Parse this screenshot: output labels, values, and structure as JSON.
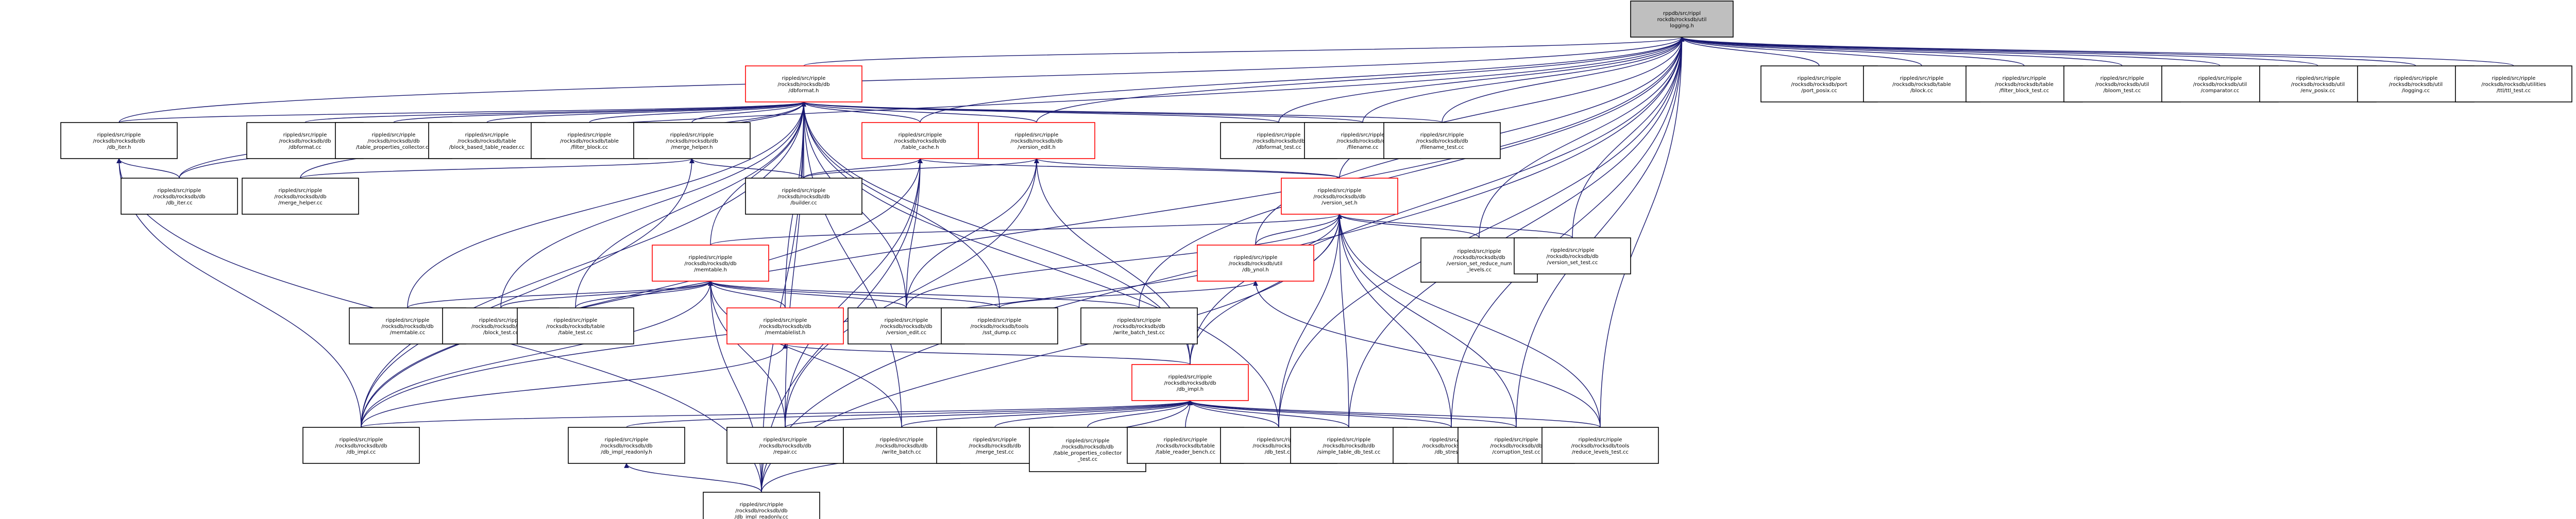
{
  "nodes": [
    {
      "id": "logging_h",
      "lines": [
        "rppdb/src/rippl",
        "rockdb/rocksdb/util",
        "logging.h"
      ],
      "kind": "root"
    },
    {
      "id": "dbformat_h",
      "lines": [
        "rippled/src/ripple",
        "/rocksdb/rocksdb/db",
        "/dbformat.h"
      ],
      "kind": "red"
    },
    {
      "id": "port_posix",
      "lines": [
        "rippled/src/ripple",
        "/rocksdb/rocksdb/port",
        "/port_posix.cc"
      ],
      "kind": "plain"
    },
    {
      "id": "block_cc",
      "lines": [
        "rippled/src/ripple",
        "/rocksdb/rocksdb/table",
        "/block.cc"
      ],
      "kind": "plain"
    },
    {
      "id": "filter_block_test",
      "lines": [
        "rippled/src/ripple",
        "/rocksdb/rocksdb/table",
        "/filter_block_test.cc"
      ],
      "kind": "plain"
    },
    {
      "id": "bloom_test",
      "lines": [
        "rippled/src/ripple",
        "/rocksdb/rocksdb/util",
        "/bloom_test.cc"
      ],
      "kind": "plain"
    },
    {
      "id": "comparator",
      "lines": [
        "rippled/src/ripple",
        "/rocksdb/rocksdb/util",
        "/comparator.cc"
      ],
      "kind": "plain"
    },
    {
      "id": "env_posix",
      "lines": [
        "rippled/src/ripple",
        "/rocksdb/rocksdb/util",
        "/env_posix.cc"
      ],
      "kind": "plain"
    },
    {
      "id": "logging_cc",
      "lines": [
        "rippled/src/ripple",
        "/rocksdb/rocksdb/util",
        "/logging.cc"
      ],
      "kind": "plain"
    },
    {
      "id": "ttl_test",
      "lines": [
        "rippled/src/ripple",
        "/rocksdb/rocksdb/utilities",
        "/ttl/ttl_test.cc"
      ],
      "kind": "plain"
    },
    {
      "id": "db_iter_h",
      "lines": [
        "rippled/src/ripple",
        "/rocksdb/rocksdb/db",
        "/db_iter.h"
      ],
      "kind": "plain"
    },
    {
      "id": "dbformat_cc",
      "lines": [
        "rippled/src/ripple",
        "/rocksdb/rocksdb/db",
        "/dbformat.cc"
      ],
      "kind": "plain"
    },
    {
      "id": "table_prop_coll",
      "lines": [
        "rippled/src/ripple",
        "/rocksdb/rocksdb/db",
        "/table_properties_collector.cc"
      ],
      "kind": "plain"
    },
    {
      "id": "block_based_reader",
      "lines": [
        "rippled/src/ripple",
        "/rocksdb/rocksdb/table",
        "/block_based_table_reader.cc"
      ],
      "kind": "plain"
    },
    {
      "id": "filter_block_cc",
      "lines": [
        "rippled/src/ripple",
        "/rocksdb/rocksdb/table",
        "/filter_block.cc"
      ],
      "kind": "plain"
    },
    {
      "id": "merge_helper_h",
      "lines": [
        "rippled/src/ripple",
        "/rocksdb/rocksdb/db",
        "/merge_helper.h"
      ],
      "kind": "plain"
    },
    {
      "id": "table_cache_h",
      "lines": [
        "rippled/src/ripple",
        "/rocksdb/rocksdb/db",
        "/table_cache.h"
      ],
      "kind": "red"
    },
    {
      "id": "version_edit_h",
      "lines": [
        "rippled/src/ripple",
        "/rocksdb/rocksdb/db",
        "/version_edit.h"
      ],
      "kind": "red"
    },
    {
      "id": "dbformat_test",
      "lines": [
        "rippled/src/ripple",
        "/rocksdb/rocksdb/db",
        "/dbformat_test.cc"
      ],
      "kind": "plain"
    },
    {
      "id": "filename_cc",
      "lines": [
        "rippled/src/ripple",
        "/rocksdb/rocksdb/db",
        "/filename.cc"
      ],
      "kind": "plain"
    },
    {
      "id": "filename_test",
      "lines": [
        "rippled/src/ripple",
        "/rocksdb/rocksdb/db",
        "/filename_test.cc"
      ],
      "kind": "plain"
    },
    {
      "id": "db_iter_cc",
      "lines": [
        "rippled/src/ripple",
        "/rocksdb/rocksdb/db",
        "/db_iter.cc"
      ],
      "kind": "plain"
    },
    {
      "id": "merge_helper_cc",
      "lines": [
        "rippled/src/ripple",
        "/rocksdb/rocksdb/db",
        "/merge_helper.cc"
      ],
      "kind": "plain"
    },
    {
      "id": "builder_cc",
      "lines": [
        "rippled/src/ripple",
        "/rocksdb/rocksdb/db",
        "/builder.cc"
      ],
      "kind": "plain"
    },
    {
      "id": "version_set_h",
      "lines": [
        "rippled/src/ripple",
        "/rocksdb/rocksdb/db",
        "/version_set.h"
      ],
      "kind": "red"
    },
    {
      "id": "db_impl_cc",
      "lines": [
        "rippled/src/ripple",
        "/rocksdb/rocksdb/db",
        "/db_impl.cc"
      ],
      "kind": "plain"
    },
    {
      "id": "memtable_h",
      "lines": [
        "rippled/src/ripple",
        "/rocksdb/rocksdb/db",
        "/memtable.h"
      ],
      "kind": "red"
    },
    {
      "id": "db_ynol_h",
      "lines": [
        "rippled/src/ripple",
        "/rocksdb/rocksdb/util",
        "/db_ynol.h"
      ],
      "kind": "red"
    },
    {
      "id": "vs_reduce_num",
      "lines": [
        "rippled/src/ripple",
        "/rocksdb/rocksdb/db",
        "/version_set_reduce_num",
        "_levels.cc"
      ],
      "kind": "plain"
    },
    {
      "id": "version_set_test",
      "lines": [
        "rippled/src/ripple",
        "/rocksdb/rocksdb/db",
        "/version_set_test.cc"
      ],
      "kind": "plain"
    },
    {
      "id": "memtable_cc",
      "lines": [
        "rippled/src/ripple",
        "/rocksdb/rocksdb/db",
        "/memtable.cc"
      ],
      "kind": "plain"
    },
    {
      "id": "block_test",
      "lines": [
        "rippled/src/ripple",
        "/rocksdb/rocksdb/table",
        "/block_test.cc"
      ],
      "kind": "plain"
    },
    {
      "id": "table_test",
      "lines": [
        "rippled/src/ripple",
        "/rocksdb/rocksdb/table",
        "/table_test.cc"
      ],
      "kind": "plain"
    },
    {
      "id": "memtablelist_h",
      "lines": [
        "rippled/src/ripple",
        "/rocksdb/rocksdb/db",
        "/memtablelist.h"
      ],
      "kind": "red"
    },
    {
      "id": "version_edit_cc",
      "lines": [
        "rippled/src/ripple",
        "/rocksdb/rocksdb/db",
        "/version_edit.cc"
      ],
      "kind": "plain"
    },
    {
      "id": "sst_dump",
      "lines": [
        "rippled/src/ripple",
        "/rocksdb/rocksdb/tools",
        "/sst_dump.cc"
      ],
      "kind": "plain"
    },
    {
      "id": "write_batch_test",
      "lines": [
        "rippled/src/ripple",
        "/rocksdb/rocksdb/db",
        "/write_batch_test.cc"
      ],
      "kind": "plain"
    },
    {
      "id": "db_impl_h",
      "lines": [
        "rippled/src/ripple",
        "/rocksdb/rocksdb/db",
        "/db_impl.h"
      ],
      "kind": "red"
    },
    {
      "id": "db_impl_cc2",
      "lines": [
        "rippled/src/ripple",
        "/rocksdb/rocksdb/db",
        "/db_impl.cc"
      ],
      "kind": "plain"
    },
    {
      "id": "db_impl_readonly_h",
      "lines": [
        "rippled/src/ripple",
        "/rocksdb/rocksdb/db",
        "/db_impl_readonly.h"
      ],
      "kind": "plain"
    },
    {
      "id": "repair_cc",
      "lines": [
        "rippled/src/ripple",
        "/rocksdb/rocksdb/db",
        "/repair.cc"
      ],
      "kind": "plain"
    },
    {
      "id": "write_batch_cc",
      "lines": [
        "rippled/src/ripple",
        "/rocksdb/rocksdb/db",
        "/write_batch.cc"
      ],
      "kind": "plain"
    },
    {
      "id": "merge_test",
      "lines": [
        "rippled/src/ripple",
        "/rocksdb/rocksdb/db",
        "/merge_test.cc"
      ],
      "kind": "plain"
    },
    {
      "id": "tpc_test",
      "lines": [
        "rippled/src/ripple",
        "/rocksdb/rocksdb/db",
        "/table_properties_collector",
        "_test.cc"
      ],
      "kind": "plain"
    },
    {
      "id": "table_reader_bench",
      "lines": [
        "rippled/src/ripple",
        "/rocksdb/rocksdb/table",
        "/table_reader_bench.cc"
      ],
      "kind": "plain"
    },
    {
      "id": "db_test",
      "lines": [
        "rippled/src/ripple",
        "/rocksdb/rocksdb/db",
        "/db_test.cc"
      ],
      "kind": "plain"
    },
    {
      "id": "simple_table_db_test",
      "lines": [
        "rippled/src/ripple",
        "/rocksdb/rocksdb/db",
        "/simple_table_db_test.cc"
      ],
      "kind": "plain"
    },
    {
      "id": "db_stress",
      "lines": [
        "rippled/src/ripple",
        "/rocksdb/rocksdb/tools",
        "/db_stress.cc"
      ],
      "kind": "plain"
    },
    {
      "id": "corruption_test",
      "lines": [
        "rippled/src/ripple",
        "/rocksdb/rocksdb/db",
        "/corruption_test.cc"
      ],
      "kind": "plain"
    },
    {
      "id": "reduce_levels_test",
      "lines": [
        "rippled/src/ripple",
        "/rocksdb/rocksdb/tools",
        "/reduce_levels_test.cc"
      ],
      "kind": "plain"
    },
    {
      "id": "db_impl_readonly_cc",
      "lines": [
        "rippled/src/ripple",
        "/rocksdb/rocksdb/db",
        "/db_impl_readonly.cc"
      ],
      "kind": "plain"
    }
  ]
}
